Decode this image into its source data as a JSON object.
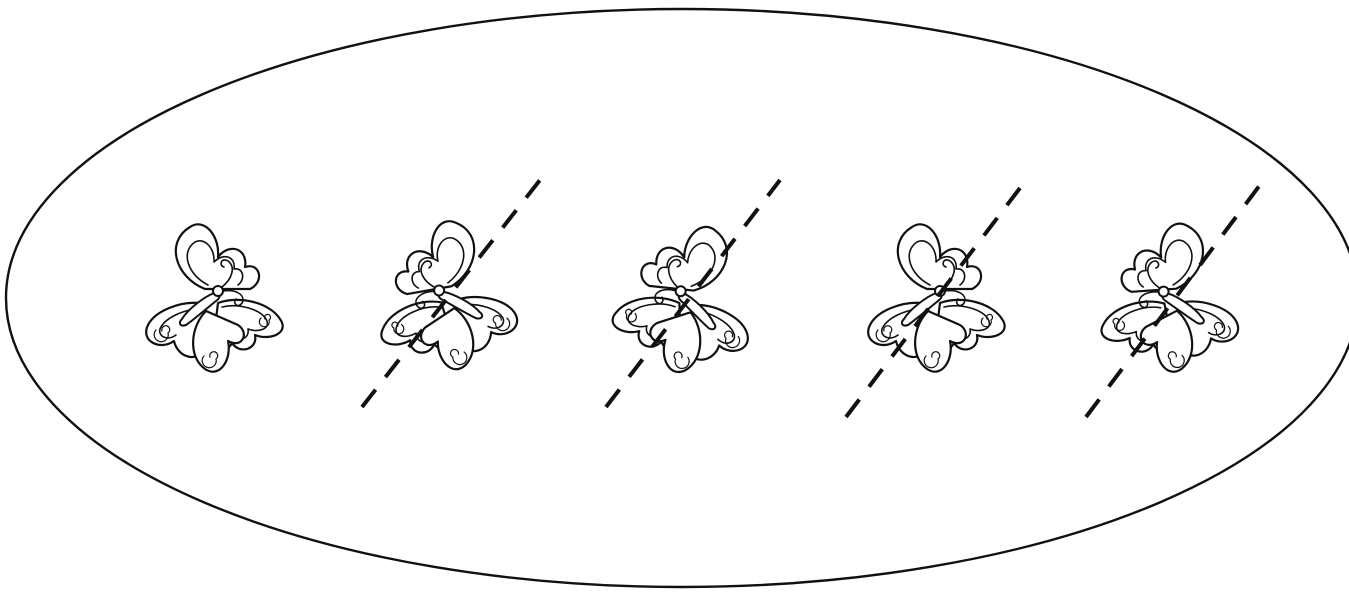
{
  "figure": {
    "background": "#ffffff",
    "stroke_color": "#111111",
    "container_shape": "ellipse",
    "butterflies": [
      {
        "name": "butterfly-1",
        "has_cut_line": false,
        "mirrored": false
      },
      {
        "name": "butterfly-2",
        "has_cut_line": true,
        "mirrored": true
      },
      {
        "name": "butterfly-3",
        "has_cut_line": true,
        "mirrored": true
      },
      {
        "name": "butterfly-4",
        "has_cut_line": true,
        "mirrored": false
      },
      {
        "name": "butterfly-5",
        "has_cut_line": true,
        "mirrored": true
      }
    ]
  }
}
